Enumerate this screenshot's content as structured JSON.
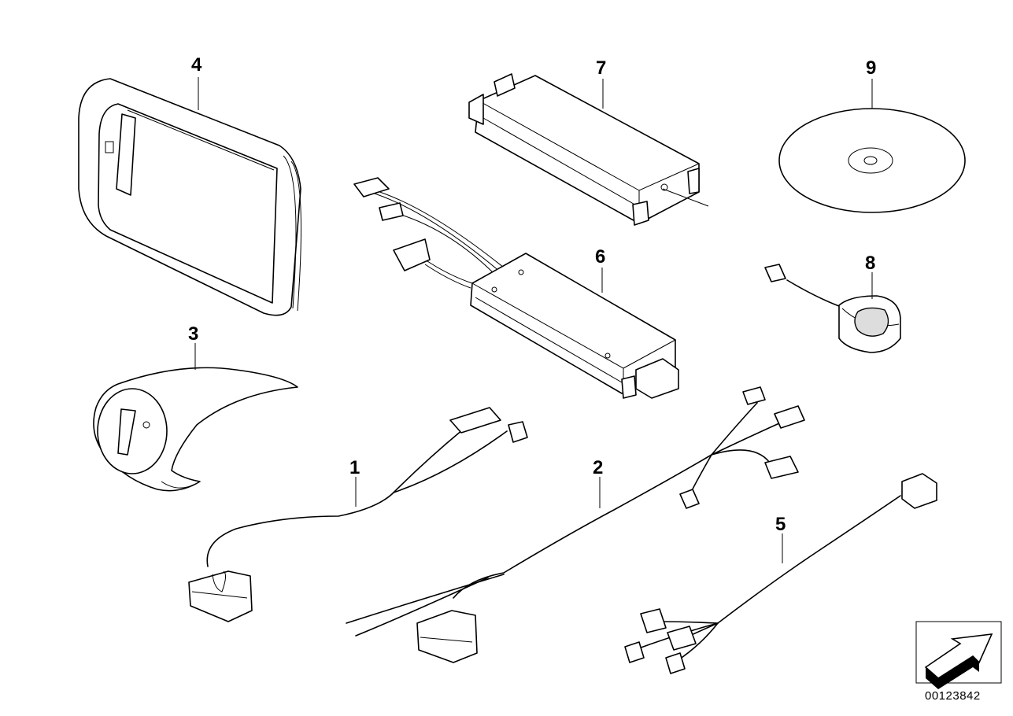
{
  "parts": [
    {
      "callout": "1"
    },
    {
      "callout": "2"
    },
    {
      "callout": "3"
    },
    {
      "callout": "4"
    },
    {
      "callout": "5"
    },
    {
      "callout": "6"
    },
    {
      "callout": "7"
    },
    {
      "callout": "8"
    },
    {
      "callout": "9"
    }
  ],
  "document_number": "00123842",
  "icons": {
    "orientation_symbol": "direction-arrow-icon"
  },
  "colors": {
    "line": "#000000",
    "background": "#ffffff"
  }
}
